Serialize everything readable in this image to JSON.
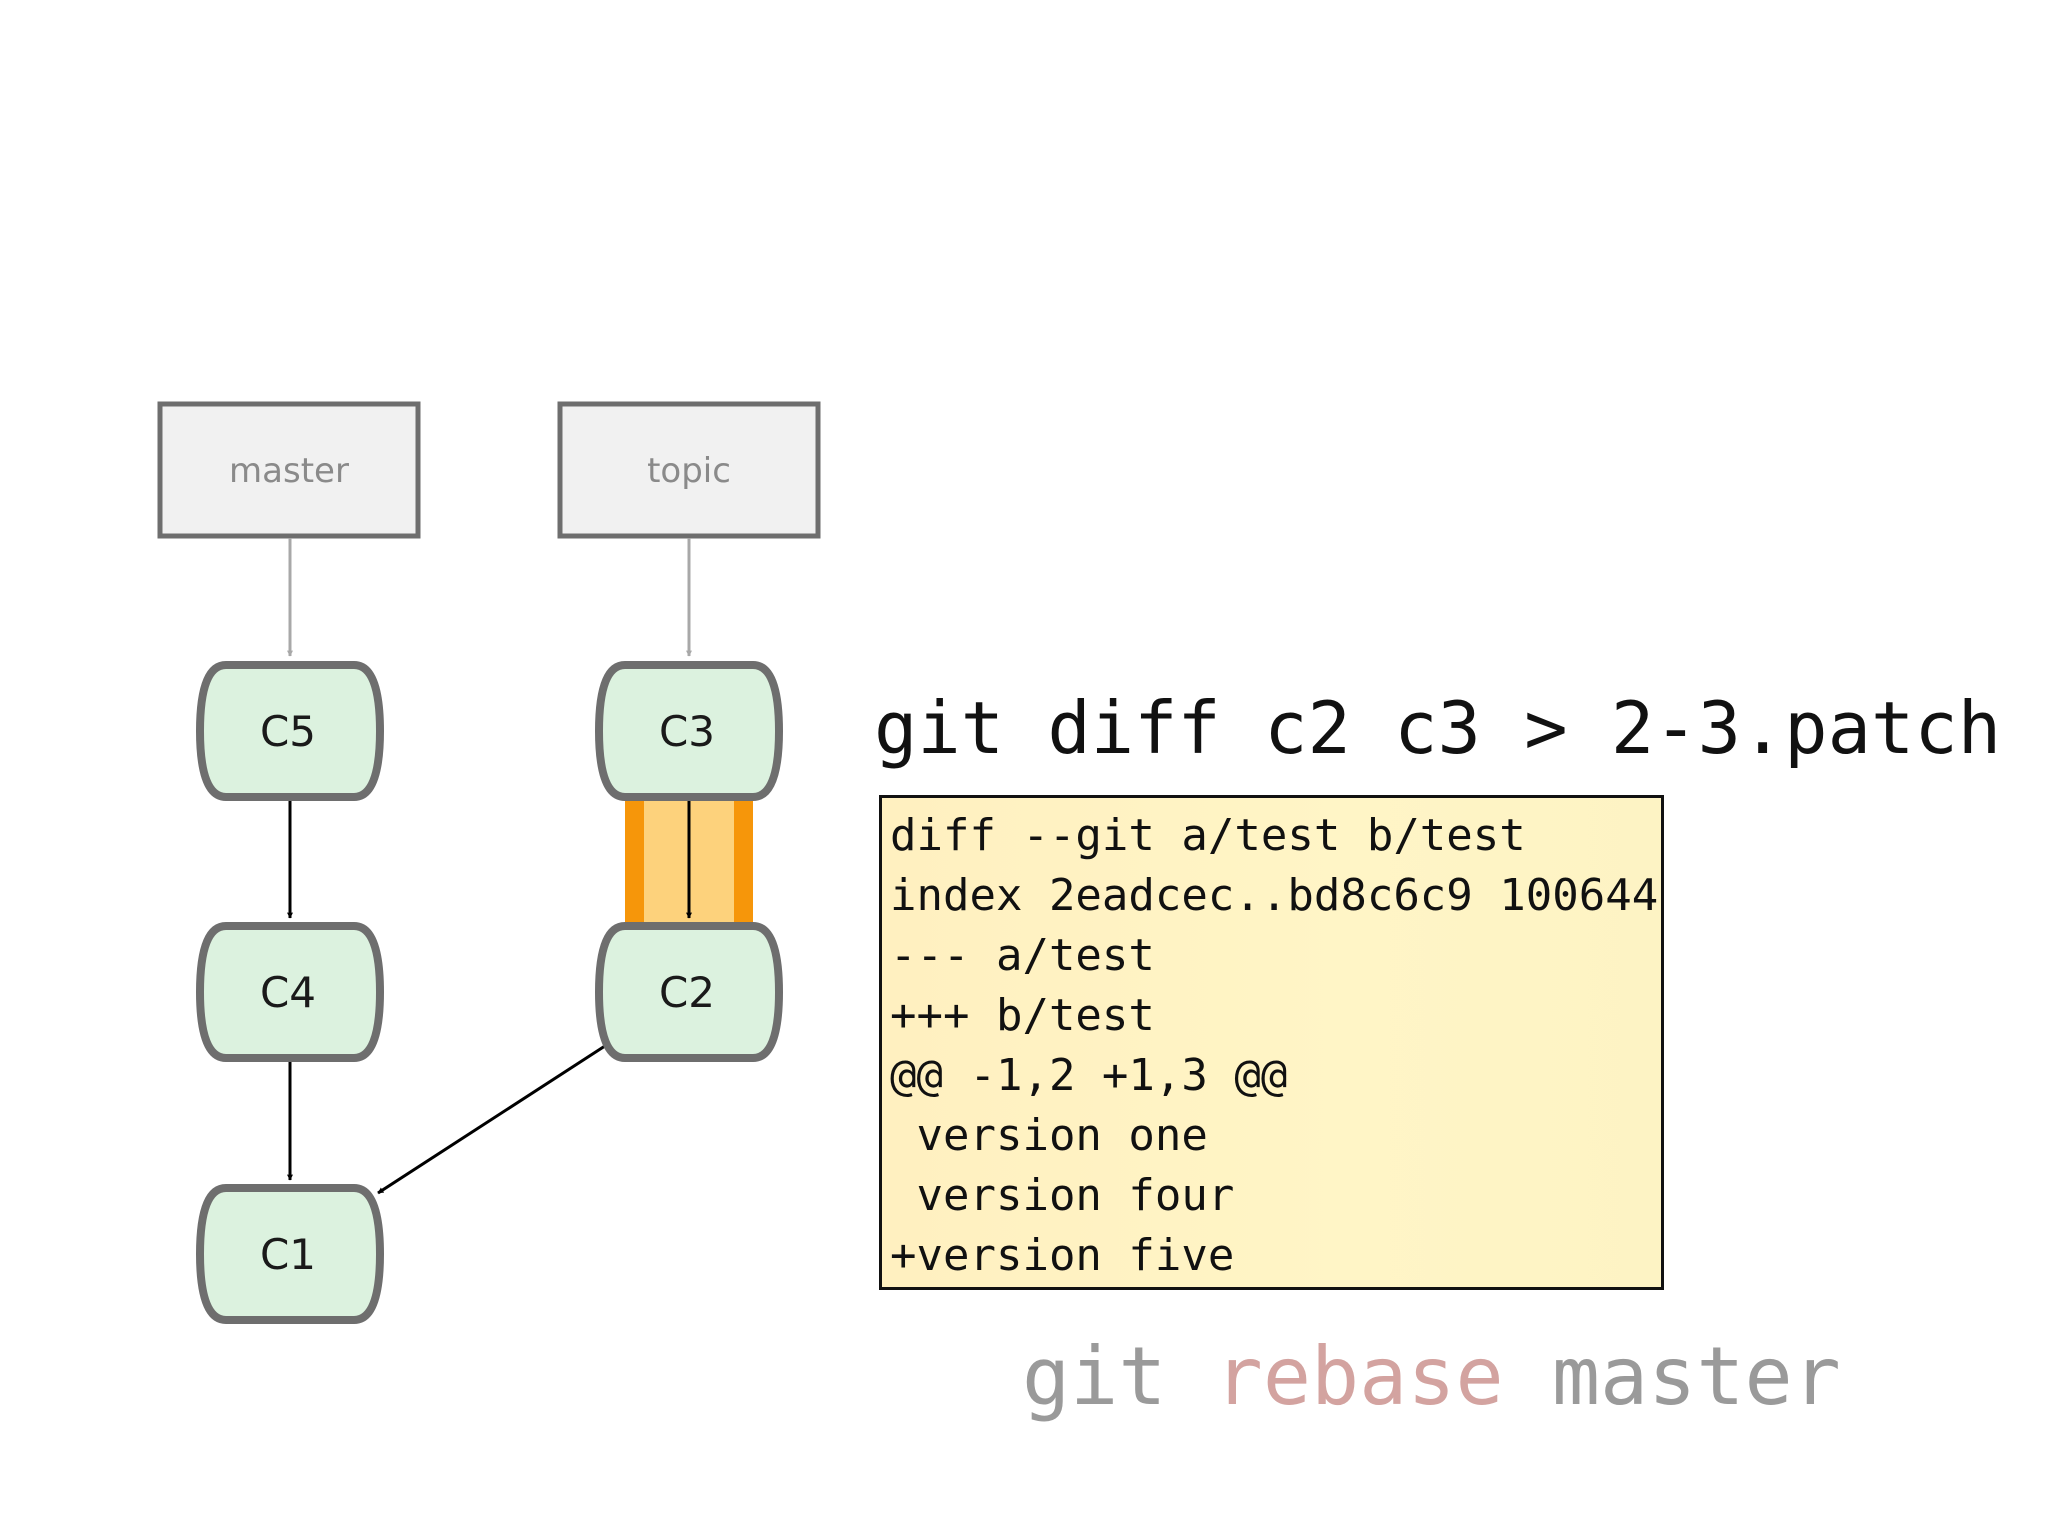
{
  "branches": {
    "master": "master",
    "topic": "topic"
  },
  "commits": {
    "c1": "C1",
    "c2": "C2",
    "c3": "C3",
    "c4": "C4",
    "c5": "C5"
  },
  "command": "git diff c2 c3 > 2-3.patch",
  "patch_lines": [
    "diff --git a/test b/test",
    "index 2eadcec..bd8c6c9 100644",
    "--- a/test",
    "+++ b/test",
    "@@ -1,2 +1,3 @@",
    " version one",
    " version four",
    "+version five"
  ],
  "rebase_command": {
    "git": "git",
    "verb": "rebase",
    "arg": "master"
  },
  "colors": {
    "commit_fill": "#dcf2df",
    "commit_stroke": "#6e6e6e",
    "branch_fill": "#f1f1f1",
    "branch_stroke": "#6e6e6e",
    "highlight_outer": "#f6960a",
    "highlight_inner": "#fdd27c",
    "patch_bg": "#fff3c4"
  }
}
